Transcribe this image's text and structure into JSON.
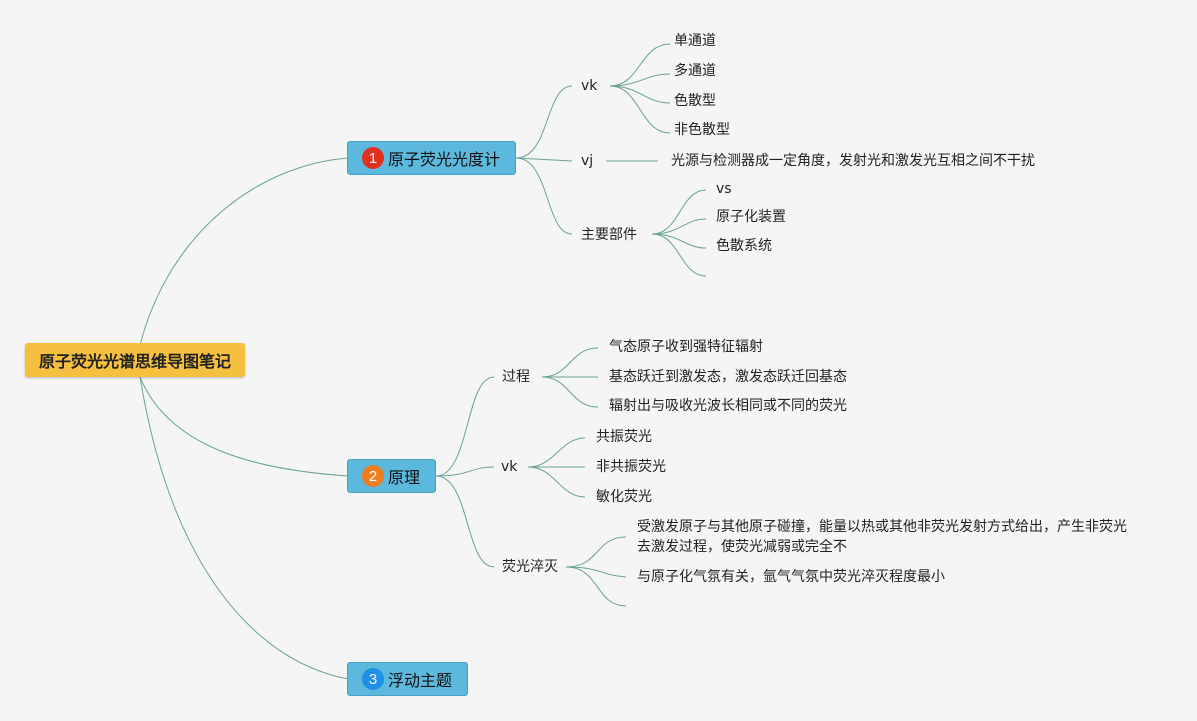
{
  "root": {
    "label": "原子荧光光谱思维导图笔记"
  },
  "colors": {
    "root": "#f5bf3f",
    "main_fill": "#5cb8dc",
    "link": "#6aa294",
    "badge_1": "#e0301e",
    "badge_2": "#ef7d22",
    "badge_3": "#1e90e8"
  },
  "branch1": {
    "number": "1",
    "label": "原子荧光光度计",
    "vk": {
      "label": "vk",
      "items": [
        "单通道",
        "多通道",
        "色散型",
        "非色散型"
      ]
    },
    "vj": {
      "label": "vj",
      "note": "光源与检测器成一定角度，发射光和激发光互相之间不干扰"
    },
    "parts": {
      "label": "主要部件",
      "items": [
        "vs",
        "原子化装置",
        "色散系统"
      ]
    }
  },
  "branch2": {
    "number": "2",
    "label": "原理",
    "process": {
      "label": "过程",
      "items": [
        "气态原子收到强特征辐射",
        "基态跃迁到激发态，激发态跃迁回基态",
        "辐射出与吸收光波长相同或不同的荧光"
      ]
    },
    "vk": {
      "label": "vk",
      "items": [
        "共振荧光",
        "非共振荧光",
        "敏化荧光"
      ]
    },
    "quench": {
      "label": "荧光淬灭",
      "items": [
        "受激发原子与其他原子碰撞，能量以热或其他非荧光发射方式给出，产生非荧光",
        "去激发过程，使荧光减弱或完全不",
        "与原子化气氛有关，氩气气氛中荧光淬灭程度最小"
      ]
    }
  },
  "branch3": {
    "number": "3",
    "label": "浮动主题"
  }
}
